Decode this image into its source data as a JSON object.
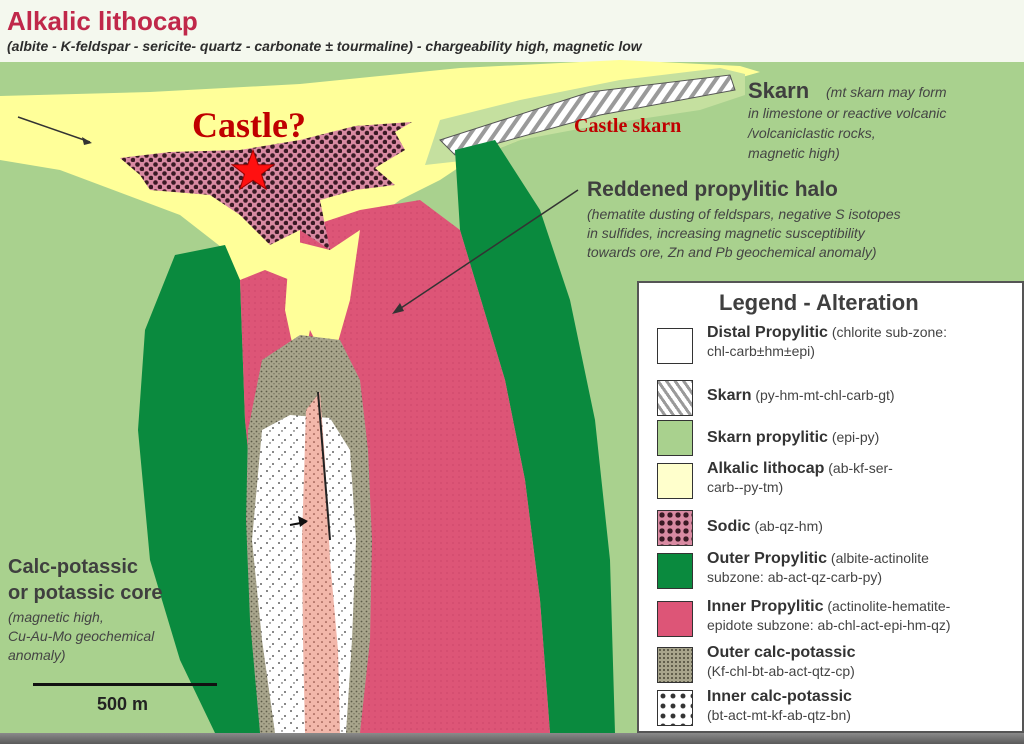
{
  "labels": {
    "lithocap_title": "Alkalic lithocap",
    "lithocap_desc": "(albite - K-feldspar - sericite- quartz - carbonate ± tourmaline) - chargeability high, magnetic low",
    "castle_q": "Castle?",
    "castle_skarn": "Castle skarn",
    "skarn_title": "Skarn",
    "skarn_note_1": "(mt skarn may form",
    "skarn_note_2": "in limestone or reactive volcanic",
    "skarn_note_3": "/volcaniclastic rocks,",
    "skarn_note_4": "magnetic high)",
    "halo_title": "Reddened propylitic halo",
    "halo_note_1": "(hematite dusting of feldspars, negative S isotopes",
    "halo_note_2": "in sulfides, increasing magnetic susceptibility",
    "halo_note_3": "towards ore, Zn and Pb geochemical anomaly)",
    "core_title_1": "Calc-potassic",
    "core_title_2": "or potassic core",
    "core_note_1": "(magnetic high,",
    "core_note_2": "Cu-Au-Mo geochemical",
    "core_note_3": "anomaly)",
    "scale": "500 m"
  },
  "legend": {
    "title": "Legend - Alteration",
    "items": [
      {
        "name": "Distal Propylitic",
        "desc1": "(chlorite sub-zone:",
        "desc2": "chl-carb±hm±epi)"
      },
      {
        "name": "Skarn",
        "desc1": "(py-hm-mt-chl-carb-gt)"
      },
      {
        "name": "Skarn propylitic",
        "desc1": "(epi-py)"
      },
      {
        "name": "Alkalic lithocap",
        "desc1": "(ab-kf-ser-",
        "desc2": "carb--py-tm)"
      },
      {
        "name": "Sodic",
        "desc1": "(ab-qz-hm)"
      },
      {
        "name": "Outer Propylitic",
        "desc1": "(albite-actinolite",
        "desc2": "subzone: ab-act-qz-carb-py)"
      },
      {
        "name": "Inner Propylitic",
        "desc1": "(actinolite-hematite-",
        "desc2": "epidote subzone: ab-chl-act-epi-hm-qz)"
      },
      {
        "name": "Outer calc-potassic",
        "desc1": "(Kf-chl-bt-ab-act-qtz-cp)"
      },
      {
        "name": "Inner calc-potassic",
        "desc1": "(bt-act-mt-kf-ab-qtz-bn)"
      }
    ]
  },
  "colors": {
    "skarn_propylitic": "#a9d18e",
    "alkalic_lithocap": "#ffff99",
    "outer_propylitic": "#0a8a3e",
    "inner_propylitic": "#dd5577",
    "sodic": "#d98aa2",
    "castle_label": "#c00000",
    "title_red": "#c0284a"
  }
}
